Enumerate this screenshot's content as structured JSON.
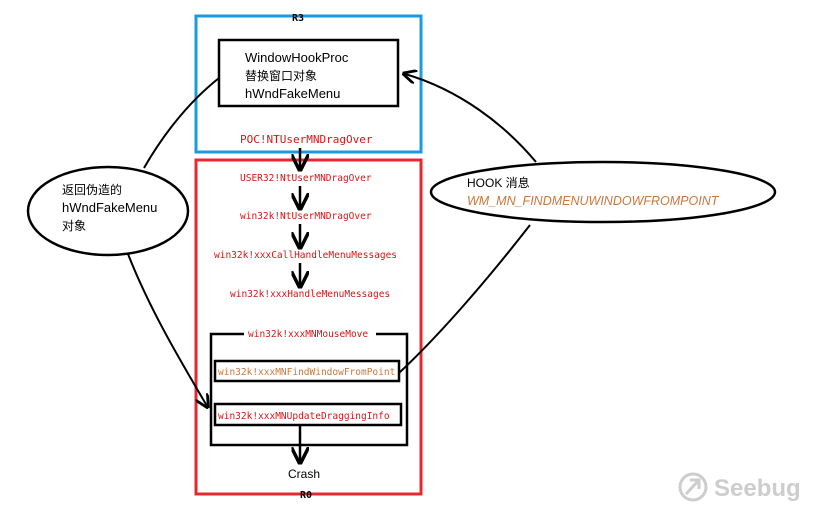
{
  "colors": {
    "r3_border": "#1a9be0",
    "r0_border": "#e8282e",
    "red_text": "#d21818",
    "orange_text": "#c8783c",
    "ink": "#000000",
    "watermark": "#c8c8c8"
  },
  "r3": {
    "label": "R3",
    "box_lines": [
      "WindowHookProc",
      "替换窗口对象",
      "hWndFakeMenu"
    ],
    "poc_call": "POC!NTUserMNDragOver"
  },
  "r0": {
    "label": "R0",
    "chain": [
      "USER32!NtUserMNDragOver",
      "win32k!NtUserMNDragOver",
      "win32k!xxxCallHandleMenuMessages",
      "win32k!xxxHandleMenuMessages"
    ],
    "mouse_move_title": "win32k!xxxMNMouseMove",
    "find_window": "win32k!xxxMNFindWindowFromPoint",
    "update_dragging": "win32k!xxxMNUpdateDraggingInfo",
    "crash": "Crash"
  },
  "left_ellipse": {
    "lines": [
      "返回伪造的",
      "hWndFakeMenu",
      "对象"
    ]
  },
  "right_ellipse": {
    "line1": "HOOK 消息",
    "line2": "WM_MN_FINDMENUWINDOWFROMPOINT"
  },
  "watermark": {
    "icon": "seebug-logo-icon",
    "text": "Seebug"
  }
}
